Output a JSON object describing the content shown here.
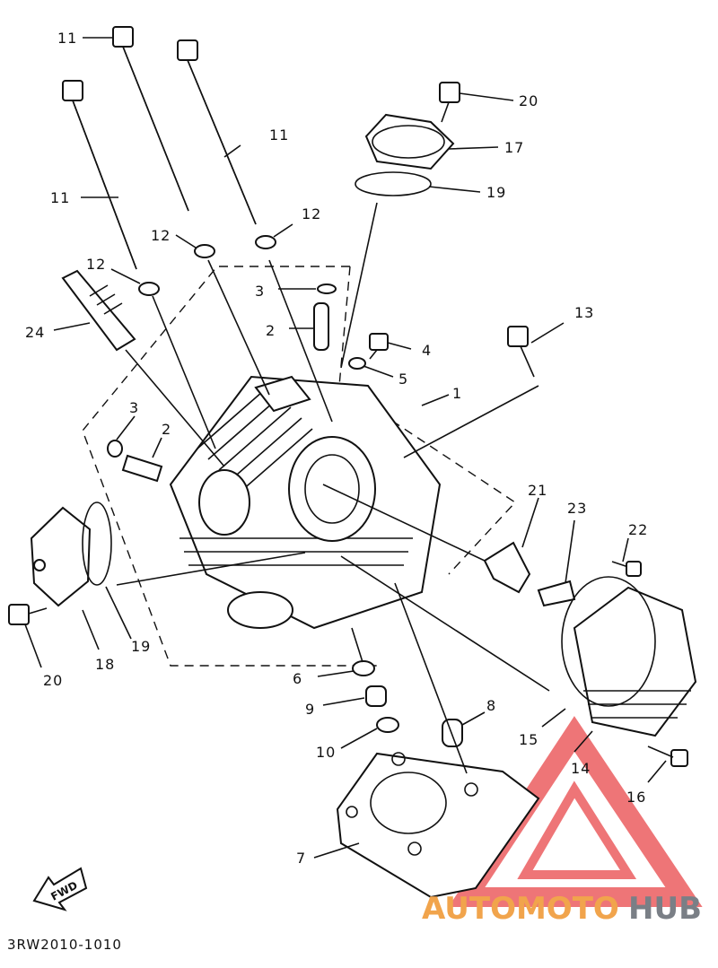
{
  "diagram": {
    "part_labels": [
      {
        "id": "11",
        "text": "11"
      },
      {
        "id": "11",
        "text": "11"
      },
      {
        "id": "11",
        "text": "11"
      },
      {
        "id": "12",
        "text": "12"
      },
      {
        "id": "12",
        "text": "12"
      },
      {
        "id": "12",
        "text": "12"
      },
      {
        "id": "24",
        "text": "24"
      },
      {
        "id": "3",
        "text": "3"
      },
      {
        "id": "2",
        "text": "2"
      },
      {
        "id": "4",
        "text": "4"
      },
      {
        "id": "5",
        "text": "5"
      },
      {
        "id": "13",
        "text": "13"
      },
      {
        "id": "1",
        "text": "1"
      },
      {
        "id": "3",
        "text": "3"
      },
      {
        "id": "2",
        "text": "2"
      },
      {
        "id": "20",
        "text": "20"
      },
      {
        "id": "17",
        "text": "17"
      },
      {
        "id": "19",
        "text": "19"
      },
      {
        "id": "21",
        "text": "21"
      },
      {
        "id": "23",
        "text": "23"
      },
      {
        "id": "22",
        "text": "22"
      },
      {
        "id": "6",
        "text": "6"
      },
      {
        "id": "9",
        "text": "9"
      },
      {
        "id": "10",
        "text": "10"
      },
      {
        "id": "8",
        "text": "8"
      },
      {
        "id": "15",
        "text": "15"
      },
      {
        "id": "14",
        "text": "14"
      },
      {
        "id": "16",
        "text": "16"
      },
      {
        "id": "7",
        "text": "7"
      },
      {
        "id": "19",
        "text": "19"
      },
      {
        "id": "18",
        "text": "18"
      },
      {
        "id": "20",
        "text": "20"
      }
    ],
    "fwd_arrow_label": "FWD",
    "drawing_code": "3RW2010-1010"
  },
  "watermark": {
    "text_part1": "AUTOMOTO",
    "text_part2": "HUB",
    "color_primary": "#f1a44c",
    "color_secondary": "#7a7f86",
    "triangle_color": "#e9484a"
  }
}
